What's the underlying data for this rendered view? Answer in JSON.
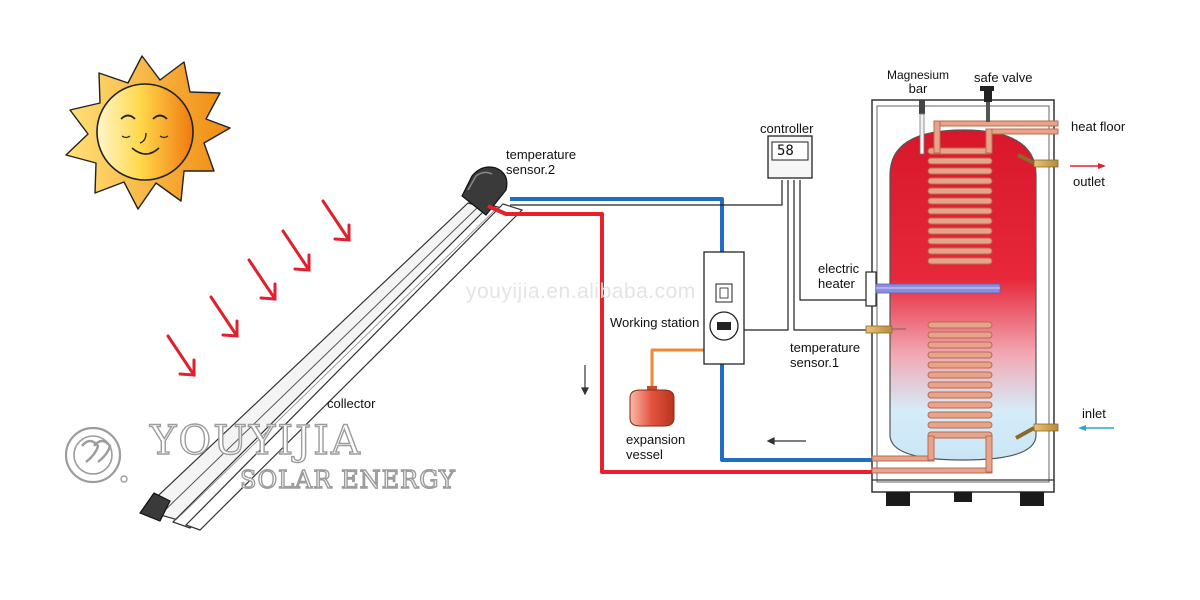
{
  "labels": {
    "temperature_sensor_2": [
      "temperature",
      "sensor.2"
    ],
    "controller": "controller",
    "controller_display": "58",
    "magnesium_bar": [
      "Magnesium",
      "bar"
    ],
    "safe_valve": "safe valve",
    "heat_floor": "heat floor",
    "outlet": "outlet",
    "electric_heater": [
      "electric",
      "heater"
    ],
    "working_station": "Working station",
    "temperature_sensor_1": [
      "temperature",
      "sensor.1"
    ],
    "collector": "collector",
    "expansion_vessel": [
      "expansion",
      "vessel"
    ],
    "inlet": "inlet"
  },
  "watermark": "youyijia.en.alibaba.com",
  "brand": {
    "name": "YOUYIJIA",
    "tagline": "SOLAR ENERGY"
  },
  "colors": {
    "hot_pipe": "#e8202a",
    "cold_pipe": "#1e6fc4",
    "expansion_pipe": "#f08a3a",
    "tank_hot": "#e0202e",
    "tank_cold": "#cfe9f7",
    "coil": "#c87860",
    "sun": "#f7b316",
    "arrow": "#e0202e",
    "inlet_arrow": "#2aa6d6"
  },
  "icons": [
    "sun-icon",
    "sunlight-arrow-icon",
    "flow-arrow-icon"
  ]
}
